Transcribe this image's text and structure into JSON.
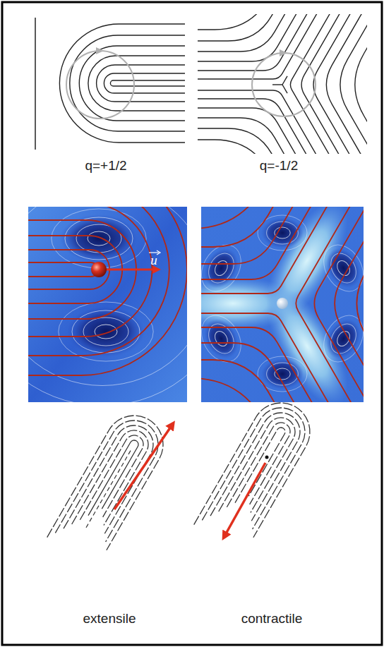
{
  "diagram": {
    "labels": [
      "q=+1/2",
      "q=-1/2",
      "u",
      "extensile",
      "contractile"
    ]
  }
}
